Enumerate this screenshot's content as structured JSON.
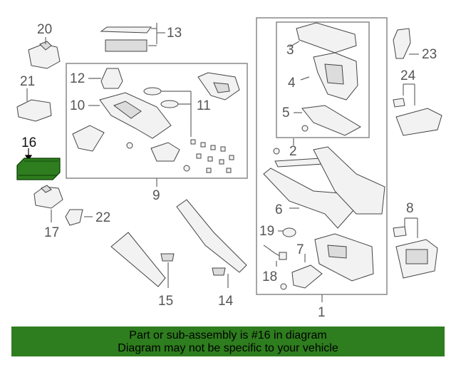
{
  "callouts": {
    "c1": "1",
    "c2": "2",
    "c3": "3",
    "c4": "4",
    "c5": "5",
    "c6": "6",
    "c7": "7",
    "c8": "8",
    "c9": "9",
    "c10": "10",
    "c11": "11",
    "c12": "12",
    "c13": "13",
    "c14": "14",
    "c15": "15",
    "c16": "16",
    "c17": "17",
    "c18": "18",
    "c19": "19",
    "c20": "20",
    "c21": "21",
    "c22": "22",
    "c23": "23",
    "c24": "24"
  },
  "highlight": {
    "part": "16",
    "color": "#2e7d1e"
  },
  "banner": {
    "line1": "Part or sub-assembly is #16 in diagram",
    "line2": "Diagram may not be specific to your vehicle",
    "color": "#2e7d1e"
  }
}
